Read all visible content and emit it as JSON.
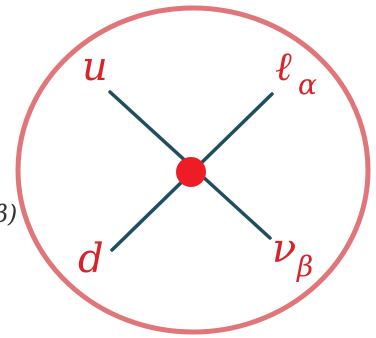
{
  "vertex": {
    "labels": {
      "top_left": "u",
      "top_right_main": "ℓ",
      "top_right_sub": "α",
      "bottom_left": "d",
      "bottom_right_main": "ν",
      "bottom_right_sub": "β",
      "left_cut_text": "β)"
    }
  },
  "colors": {
    "circle_stroke": "#e0767a",
    "line": "#1f4e5f",
    "vertex_dot": "#ee1c25",
    "label": "#d8232a"
  }
}
